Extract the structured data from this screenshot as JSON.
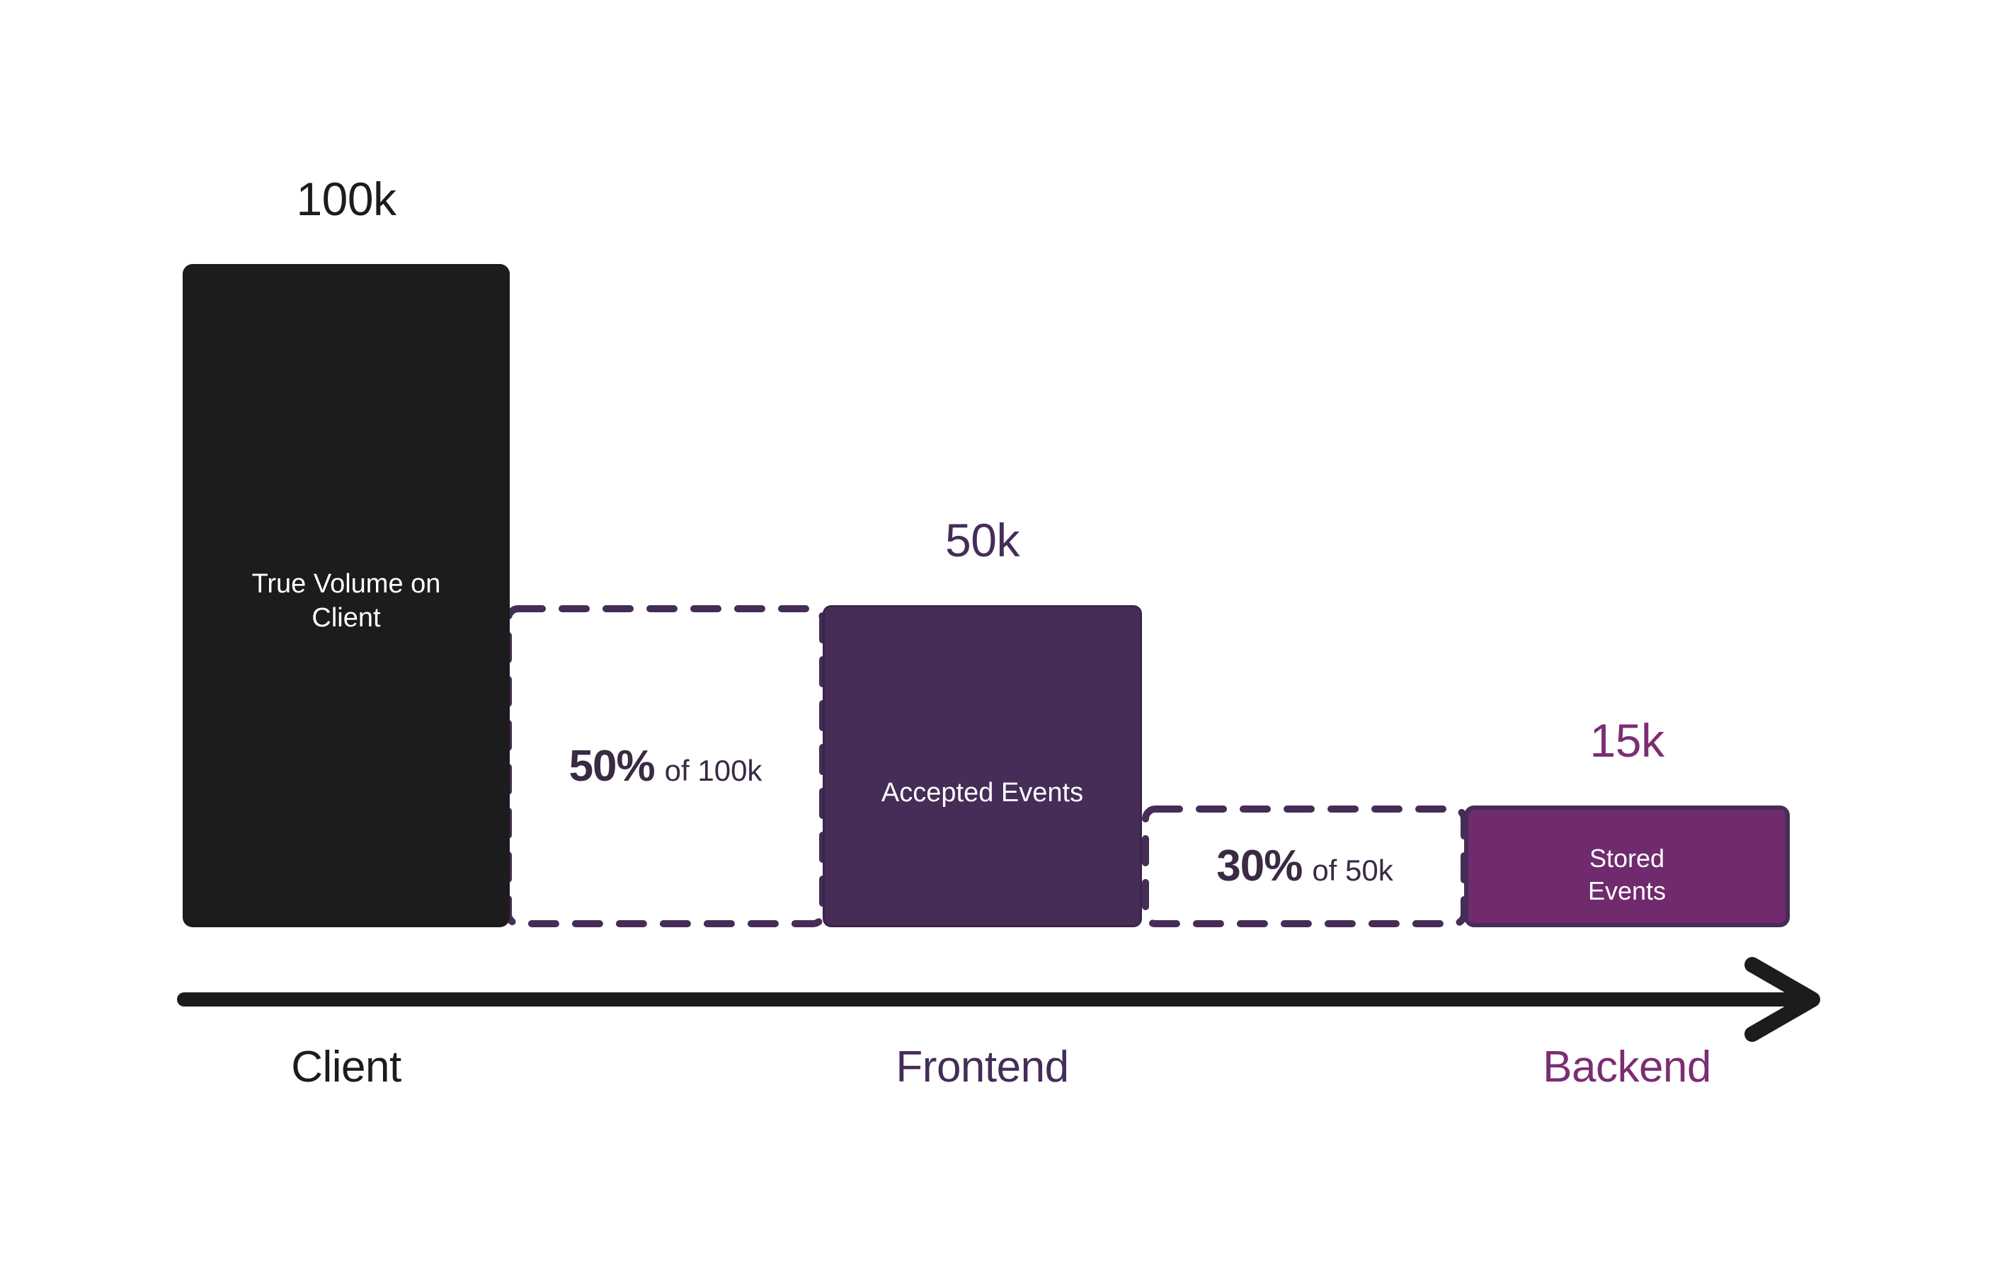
{
  "chart_data": {
    "type": "bar",
    "title": "",
    "subtitle": "",
    "xlabel": "",
    "ylabel": "",
    "grid": false,
    "legend": "none",
    "axis": {
      "type": "arrow",
      "direction": "left-to-right",
      "color": "#1c1c1e"
    },
    "categories": [
      "Client",
      "Frontend",
      "Backend"
    ],
    "values": [
      100000,
      50000,
      15000
    ],
    "value_labels": [
      "100k",
      "50k",
      "15k"
    ],
    "bar_captions": [
      "True Volume on\nClient",
      "Accepted Events",
      "Stored\nEvents"
    ],
    "bar_colors": [
      "#1c1c1e",
      "#452d57",
      "#702a6e"
    ],
    "dropoffs": [
      {
        "percent_label": "50%",
        "of_label": "of 100k",
        "from_value": 100000,
        "to_value": 50000,
        "retained_fraction": 0.5,
        "between": [
          "Client",
          "Frontend"
        ]
      },
      {
        "percent_label": "30%",
        "of_label": "of 50k",
        "from_value": 50000,
        "to_value": 15000,
        "retained_fraction": 0.3,
        "between": [
          "Frontend",
          "Backend"
        ]
      }
    ]
  },
  "bars": {
    "client": {
      "value_label": "100k",
      "caption": "True Volume on\nClient",
      "stage_label": "Client"
    },
    "frontend": {
      "value_label": "50k",
      "caption": "Accepted Events",
      "stage_label": "Frontend"
    },
    "backend": {
      "value_label": "15k",
      "caption": "Stored\nEvents",
      "stage_label": "Backend"
    }
  },
  "dropoffs": {
    "first": {
      "percent": "50%",
      "of": "of 100k"
    },
    "second": {
      "percent": "30%",
      "of": "of 50k"
    }
  },
  "colors": {
    "black": "#1c1c1e",
    "dark_purple": "#452d57",
    "bright_purple": "#702a6e",
    "stage_backend_text": "#7b2d72",
    "dashed_stroke": "#452d57",
    "background": "#ffffff",
    "caption_text": "#ffffff"
  }
}
